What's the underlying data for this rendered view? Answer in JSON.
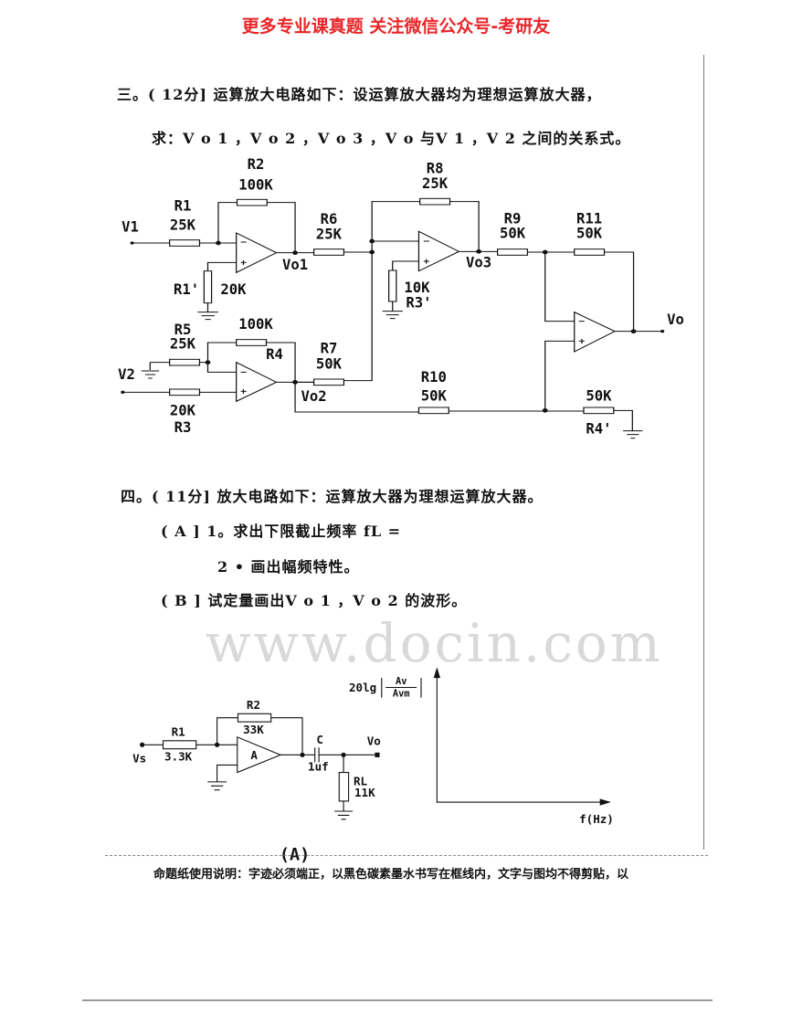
{
  "header": {
    "title": "更多专业课真题 关注微信公众号-考研友"
  },
  "q3": {
    "line1": "三。( 12分] 运算放大电路如下：设运算放大器均为理想运算放大器，",
    "line2": "求：V o 1 ，V o 2 ，V o 3 ，V o 与V 1 ，V 2 之间的关系式。",
    "circuit": {
      "R2": "R2",
      "R2v": "100K",
      "R1": "R1",
      "R1v": "25K",
      "V1": "V1",
      "R6": "R6",
      "R6v": "25K",
      "Vo1": "Vo1",
      "R1p": "R1'",
      "R1pv": "20K",
      "R8": "R8",
      "R8v": "25K",
      "R9": "R9",
      "R9v": "50K",
      "R11": "R11",
      "R11v": "50K",
      "Vo3": "Vo3",
      "R3pv": "10K",
      "R3p": "R3'",
      "Vo": "Vo",
      "R4v": "100K",
      "R5": "R5",
      "R5v": "25K",
      "R4": "R4",
      "R7": "R7",
      "R7v": "50K",
      "V2": "V2",
      "Vo2": "Vo2",
      "R10": "R10",
      "R10v": "50K",
      "R4pv": "50K",
      "R4p": "R4'",
      "R3v": "20K",
      "R3": "R3"
    }
  },
  "q4": {
    "line1": "四。( 11分] 放大电路如下：运算放大器为理想运算放大器。",
    "a1": "( A ] 1。求出下限截止频率 fL =",
    "a2": "2 • 画出幅频特性。",
    "b": "( B ] 试定量画出V o 1 ，V o 2 的波形。",
    "circuit": {
      "R2": "R2",
      "R2v": "33K",
      "R1": "R1",
      "R1v": "3.3K",
      "Vs": "Vs",
      "A": "A",
      "C": "C",
      "Cv": "1uf",
      "Vo": "Vo",
      "RL": "RL",
      "RLv": "11K",
      "caption": "(A)"
    },
    "graph": {
      "ylabel_prefix": "20lg",
      "ylabel_num": "Av",
      "ylabel_den": "Avm",
      "xlabel": "f(Hz)"
    }
  },
  "watermark": "www.docin.com",
  "footer": "命题纸使用说明：字迹必须端正，以黑色碳素墨水书写在框线内，文字与图均不得剪贴，以"
}
